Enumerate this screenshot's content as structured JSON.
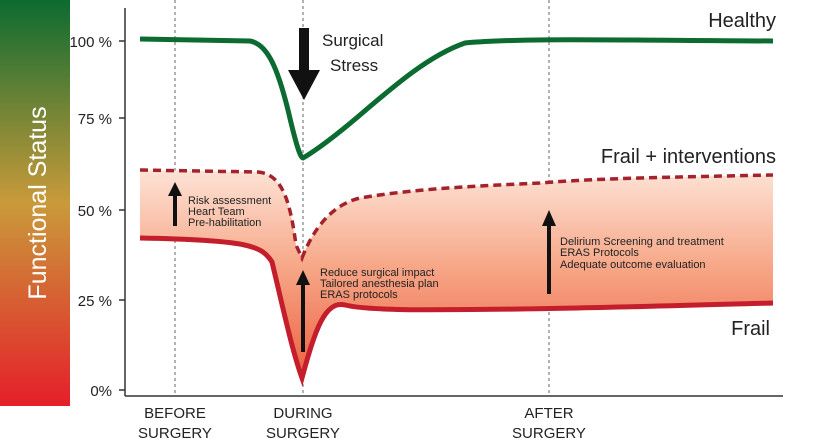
{
  "y_axis": {
    "label": "Functional Status",
    "ticks": [
      "100 %",
      "75 %",
      "50 %",
      "25 %",
      "0%"
    ]
  },
  "x_axis": {
    "phases": [
      {
        "line1": "BEFORE",
        "line2": "SURGERY"
      },
      {
        "line1": "DURING",
        "line2": "SURGERY"
      },
      {
        "line1": "AFTER",
        "line2": "SURGERY"
      }
    ]
  },
  "curves": {
    "healthy": "Healthy",
    "frail_interventions": "Frail + interventions",
    "frail": "Frail"
  },
  "stress": {
    "line1": "Surgical",
    "line2": "Stress"
  },
  "interventions": {
    "before": [
      "Risk assessment",
      "Heart Team",
      "Pre-habilitation"
    ],
    "during": [
      "Reduce surgical impact",
      "Tailored anesthesia plan",
      "ERAS protocols"
    ],
    "after": [
      "Delirium Screening and treatment",
      "ERAS Protocols",
      "Adequate outcome evaluation"
    ]
  },
  "colors": {
    "healthy": "#0c6b31",
    "frail": "#c41e2c",
    "frail_dashed": "#a3222c",
    "fill_top": "#fde0d0",
    "fill_bottom": "#ee6a44",
    "bar_top": "#0c6b31",
    "bar_mid": "#c99a3a",
    "bar_bottom": "#e51f2a"
  }
}
